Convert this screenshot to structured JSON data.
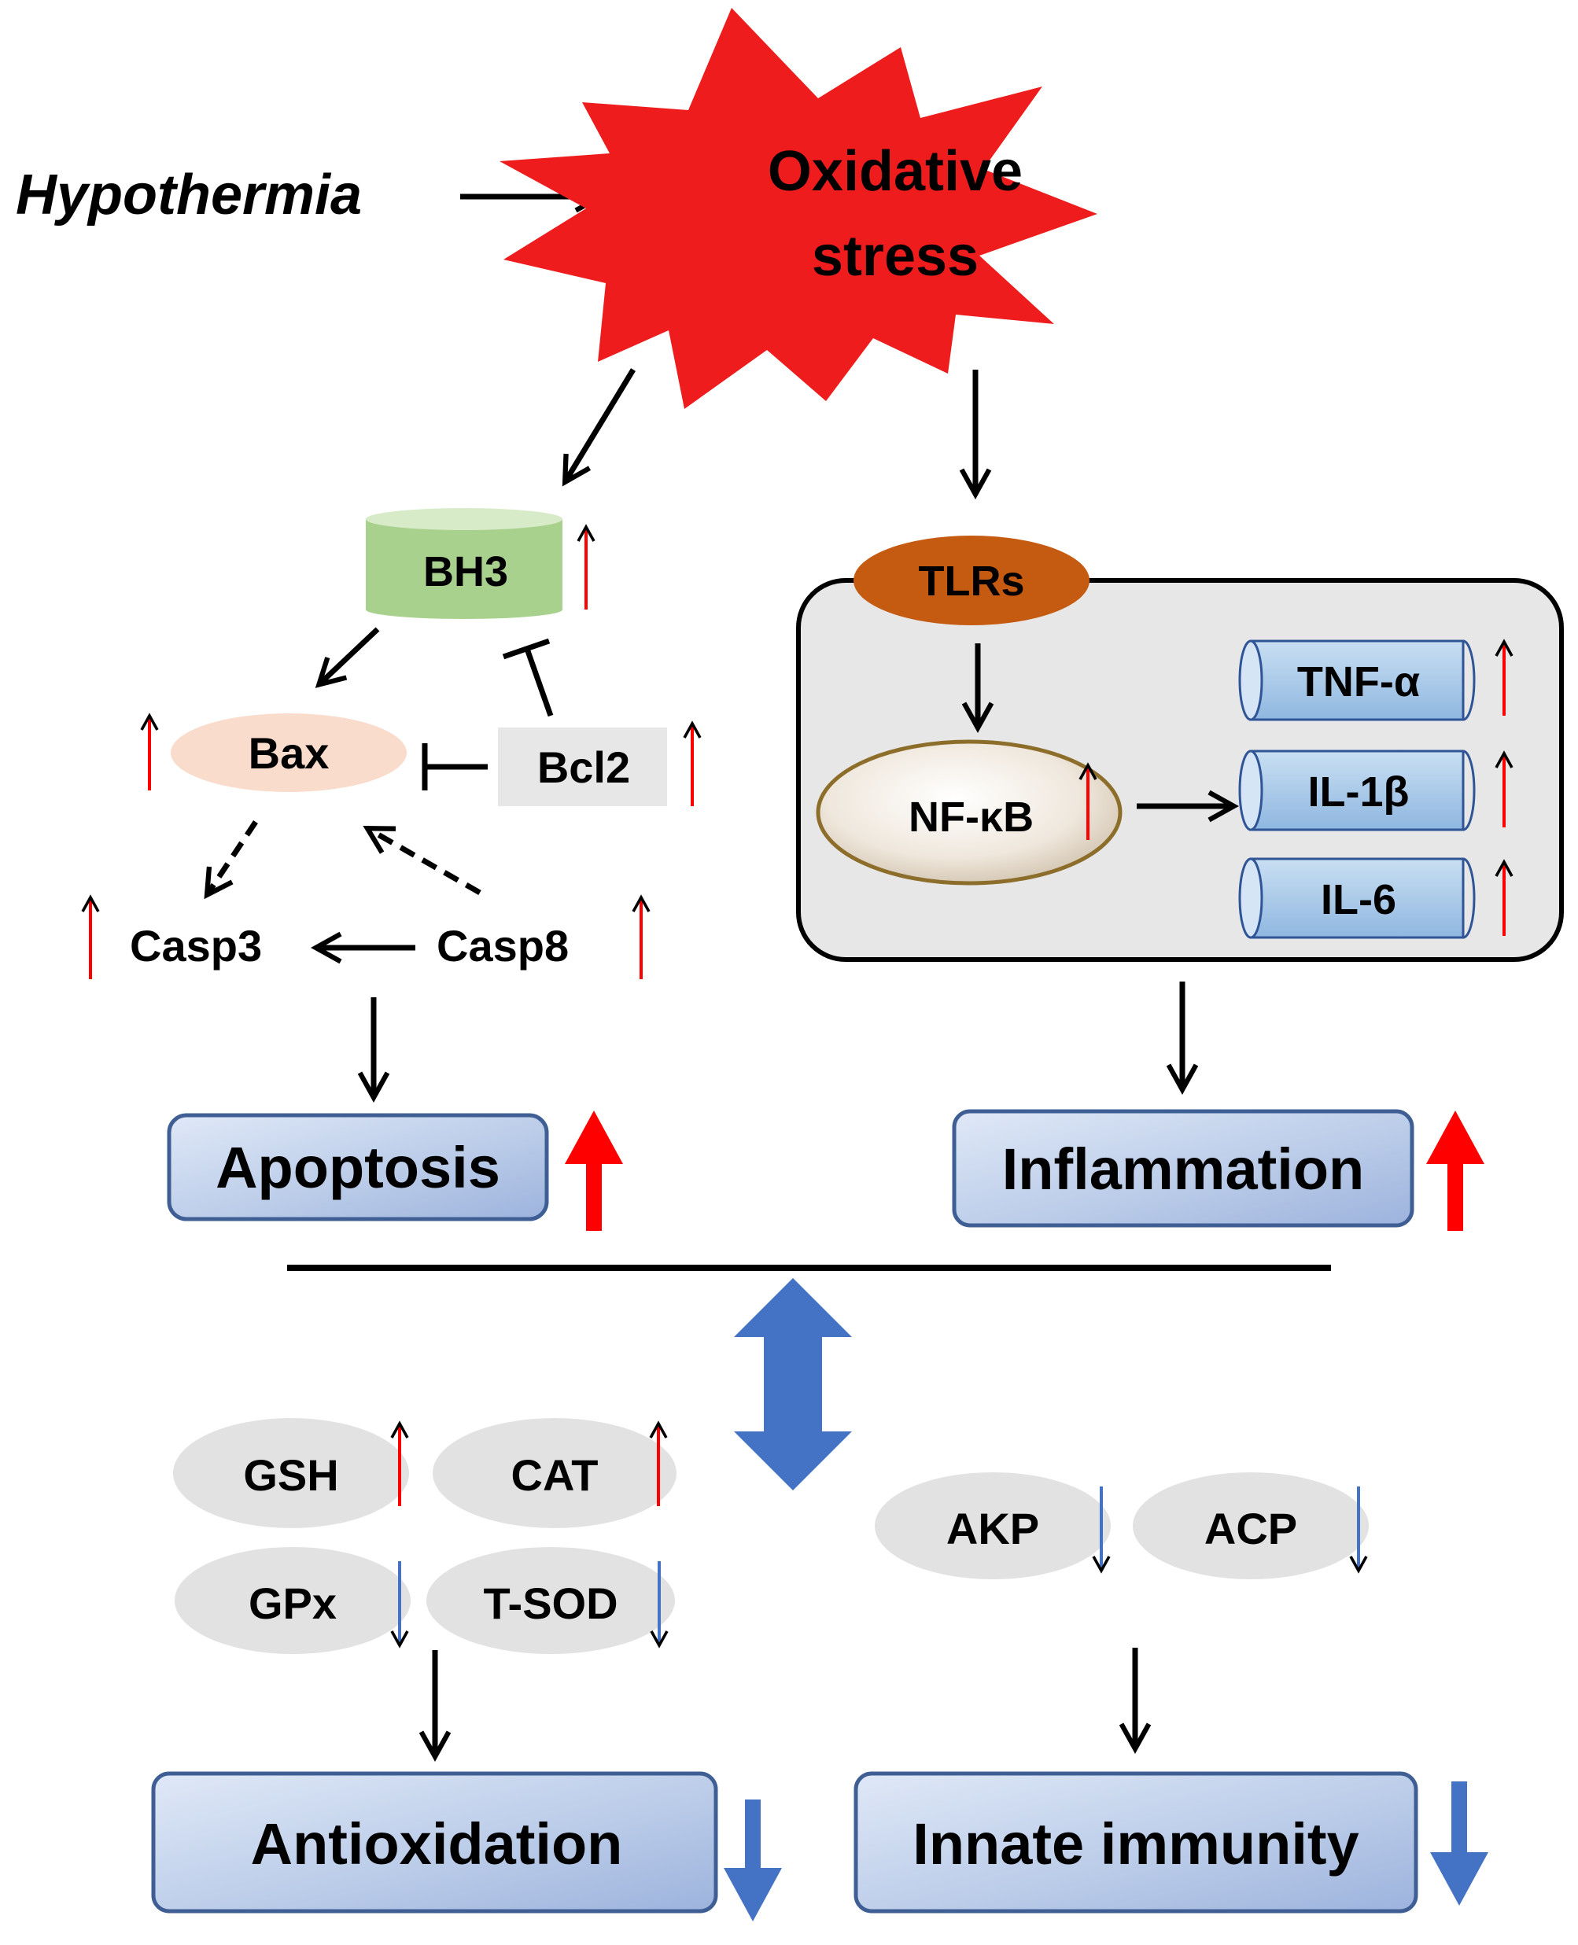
{
  "trigger": {
    "label": "Hypothermia"
  },
  "stress": {
    "line1": "Oxidative",
    "line2": "stress"
  },
  "apoptosis": {
    "bh3": "BH3",
    "bax": "Bax",
    "bcl2": "Bcl2",
    "casp3": "Casp3",
    "casp8": "Casp8",
    "outcome": "Apoptosis"
  },
  "inflammation": {
    "tlrs": "TLRs",
    "nfkb": "NF-κB",
    "cytokines": [
      "TNF-α",
      "IL-1β",
      "IL-6"
    ],
    "outcome": "Inflammation"
  },
  "antioxidation": {
    "markers": [
      "GSH",
      "CAT",
      "GPx",
      "T-SOD"
    ],
    "outcome": "Antioxidation"
  },
  "immunity": {
    "markers": [
      "AKP",
      "ACP"
    ],
    "outcome": "Innate immunity"
  },
  "colors": {
    "up": "#ff0000",
    "down": "#4472c4",
    "star": "#ee1c1c",
    "bh3": "#a9d18e",
    "bax": "#f9dccb",
    "tlrs": "#c55a11",
    "panel": "#e7e7e7",
    "cytokine": "#9dc3e6",
    "outcome_box": "#b4c7e7",
    "marker": "#e2e2e2",
    "double_arrow": "#4472c4"
  }
}
